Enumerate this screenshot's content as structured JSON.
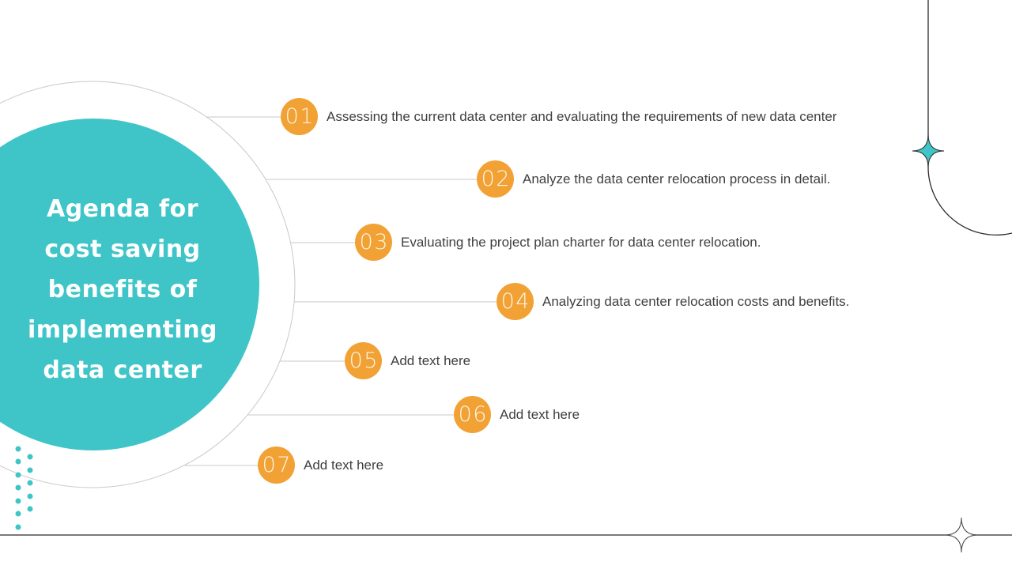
{
  "slide": {
    "title": "Agenda for cost saving benefits of implementing data center",
    "title_lines": [
      "Agenda for",
      "cost saving",
      "benefits of",
      "implementing",
      "data center"
    ]
  },
  "items": [
    {
      "number": "01",
      "text": "Assessing the current data center and evaluating the requirements of new data center"
    },
    {
      "number": "02",
      "text": "Analyze the data center relocation process in detail."
    },
    {
      "number": "03",
      "text": "Evaluating the project plan charter for data center relocation."
    },
    {
      "number": "04",
      "text": "Analyzing data center relocation costs and benefits."
    },
    {
      "number": "05",
      "text": "Add text here"
    },
    {
      "number": "06",
      "text": "Add text here"
    },
    {
      "number": "07",
      "text": "Add text here"
    }
  ],
  "colors": {
    "teal": "#3FC5C8",
    "orange": "#F2A135",
    "line_gray": "#C9C9C9",
    "text_dark": "#3F3F3F",
    "dark_line": "#2B2B2B",
    "number_cream": "#FBF5E1"
  }
}
